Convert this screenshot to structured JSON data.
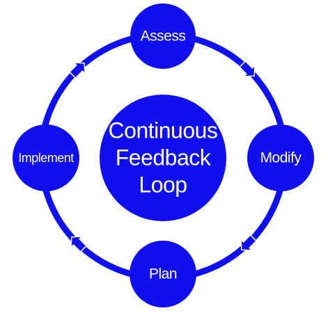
{
  "diagram": {
    "center": {
      "lines": [
        "Continuous",
        "Feedback",
        "Loop"
      ]
    },
    "nodes": {
      "assess": "Assess",
      "modify": "Modify",
      "plan": "Plan",
      "implement": "Implement"
    },
    "colors": {
      "primary": "#1010ee",
      "arrow": "#1010ee",
      "arrow_edge": "#ffffff",
      "text": "#ffffff",
      "background": "#ffffff"
    }
  }
}
